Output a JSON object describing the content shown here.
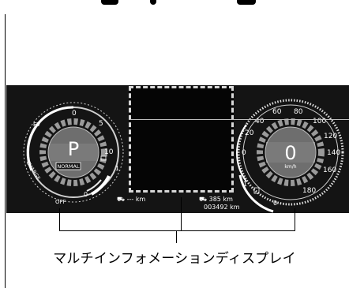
{
  "left_gauge": {
    "scale_labels": [
      "0",
      "5",
      "10",
      "1",
      "0"
    ],
    "mode_labels": [
      "EV",
      "CHARGE",
      "OFF"
    ],
    "gear": "P",
    "drive_mode": "NORMAL"
  },
  "speedometer": {
    "scale_labels": [
      "0",
      "20",
      "40",
      "60",
      "80",
      "100",
      "120",
      "140",
      "160",
      "180"
    ],
    "speed": "0",
    "unit": "km/h"
  },
  "fuel_gauge": {
    "scale_labels": [
      "1",
      "0"
    ]
  },
  "display": {
    "range_left": "--- km",
    "range_right": "385 km",
    "odometer": "003492 km"
  },
  "caption": "マルチインフォメーションディスプレイ",
  "colors": {
    "panel": "#141414",
    "gauge_ring": "#9a9a9a",
    "gauge_center": "#6e6e6e",
    "dash_border": "#d8d8d8"
  }
}
